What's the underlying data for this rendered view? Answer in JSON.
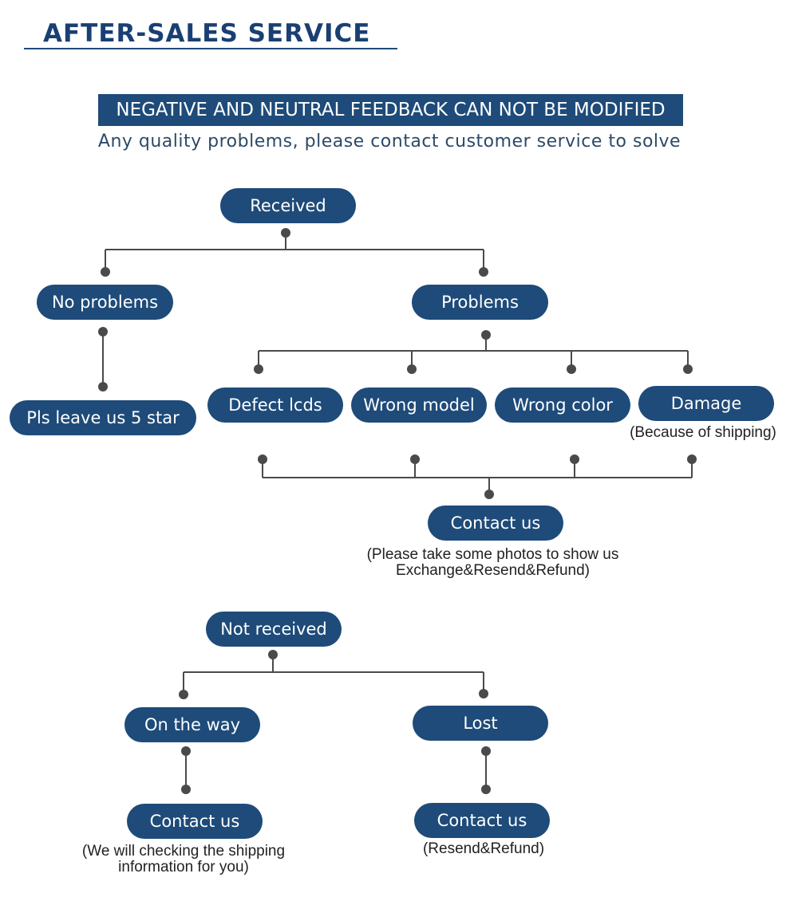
{
  "header": {
    "title": "AFTER-SALES SERVICE",
    "banner": "NEGATIVE AND NEUTRAL FEEDBACK CAN NOT BE MODIFIED",
    "subtitle": "Any quality problems, please contact customer service to solve"
  },
  "received_flow": {
    "root": "Received",
    "no_problems": "No problems",
    "no_problems_action": "Pls leave us 5 star",
    "problems": "Problems",
    "problem_types": [
      "Defect lcds",
      "Wrong model",
      "Wrong color",
      "Damage"
    ],
    "damage_note": "(Because of shipping)",
    "contact": "Contact us",
    "contact_note_line1": "(Please take some photos to show us",
    "contact_note_line2": "Exchange&Resend&Refund)"
  },
  "not_received_flow": {
    "root": "Not received",
    "on_the_way": "On the way",
    "on_the_way_contact": "Contact us",
    "on_the_way_note_line1": "(We will checking the shipping",
    "on_the_way_note_line2": "information for you)",
    "lost": "Lost",
    "lost_contact": "Contact us",
    "lost_note": "(Resend&Refund)"
  },
  "colors": {
    "node_fill": "#1e4b79",
    "connector": "#4a4a4a"
  }
}
